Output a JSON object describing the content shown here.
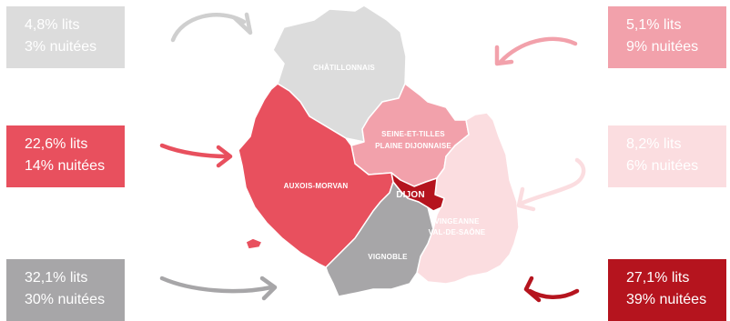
{
  "stats": [
    {
      "id": "chatillonnais",
      "lits": "4,8% lits",
      "nuitees": "3% nuitées",
      "bg": "#dcdcdc",
      "fg": "#ffffff"
    },
    {
      "id": "seine-et-tilles",
      "lits": "5,1% lits",
      "nuitees": "9% nuitées",
      "bg": "#f2a1ab",
      "fg": "#ffffff"
    },
    {
      "id": "auxois-morvan",
      "lits": "22,6% lits",
      "nuitees": "14% nuitées",
      "bg": "#e8505e",
      "fg": "#ffffff"
    },
    {
      "id": "vingeanne",
      "lits": "8,2% lits",
      "nuitees": "6% nuitées",
      "bg": "#fbdde0",
      "fg": "#ffffff"
    },
    {
      "id": "vignoble",
      "lits": "32,1% lits",
      "nuitees": "30% nuitées",
      "bg": "#a7a6a8",
      "fg": "#ffffff"
    },
    {
      "id": "dijon",
      "lits": "27,1% lits",
      "nuitees": "39% nuitées",
      "bg": "#b5141e",
      "fg": "#ffffff"
    }
  ],
  "regions": {
    "chatillonnais": {
      "label": "CHÂTILLONNAIS",
      "color": "#dcdcdc"
    },
    "seine_et_tilles": {
      "label_1": "SEINE-ET-TILLES",
      "label_2": "PLAINE DIJONNAISE",
      "color": "#f2a1ab"
    },
    "auxois_morvan": {
      "label": "AUXOIS-MORVAN",
      "color": "#e8505e"
    },
    "dijon": {
      "label": "DIJON",
      "color": "#b5141e"
    },
    "vingeanne": {
      "label_1": "VINGEANNE",
      "label_2": "VAL-DE-SAÔNE",
      "color": "#fbdde0"
    },
    "vignoble": {
      "label": "VIGNOBLE",
      "color": "#a7a6a8"
    }
  },
  "arrows": {
    "gray_light": "#cfcfcf",
    "pink": "#f2a1ab",
    "red": "#e8505e",
    "pink_light": "#fbdde0",
    "gray": "#a7a6a8",
    "dark_red": "#b5141e"
  }
}
